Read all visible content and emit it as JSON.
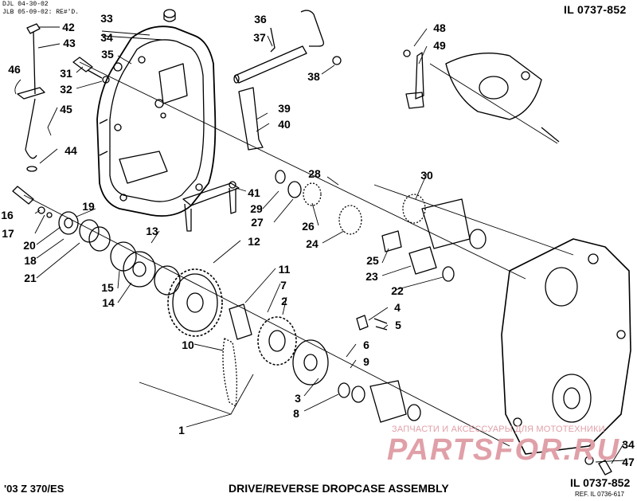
{
  "meta": {
    "line1": "DJL 04-30-02",
    "line2": "JLB 05-09-02: RE#'D."
  },
  "illustration_top": "IL 0737-852",
  "illustration_bottom": "IL 0737-852",
  "ref": "REF. IL 0736-617",
  "model": "'03 Z 370/ES",
  "title": "DRIVE/REVERSE DROPCASE ASSEMBLY",
  "watermark": {
    "tagline": "ЗАПЧАСТИ И АКСЕССУАРЫ ДЛЯ МОТОТЕХНИКИ",
    "brand": "PARTSFOR.RU"
  },
  "callouts": [
    "1",
    "2",
    "3",
    "4",
    "5",
    "6",
    "7",
    "8",
    "9",
    "10",
    "11",
    "12",
    "13",
    "14",
    "15",
    "16",
    "17",
    "18",
    "19",
    "20",
    "21",
    "22",
    "23",
    "24",
    "25",
    "26",
    "27",
    "28",
    "29",
    "30",
    "31",
    "32",
    "33",
    "34",
    "35",
    "36",
    "37",
    "38",
    "39",
    "40",
    "41",
    "42",
    "43",
    "44",
    "45",
    "46",
    "47",
    "48",
    "49",
    "34"
  ],
  "colors": {
    "ink": "#000000",
    "watermark": "#e58a96"
  }
}
